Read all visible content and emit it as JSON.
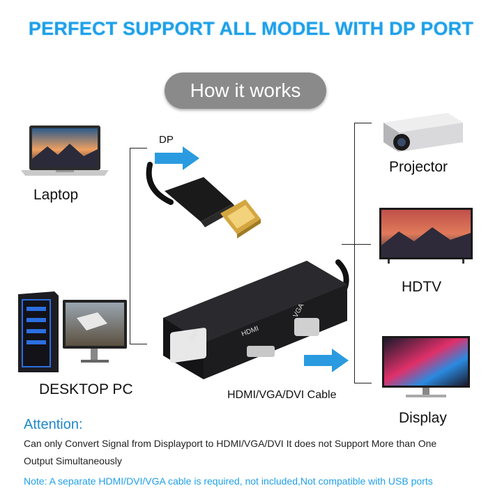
{
  "headline": "PERFECT SUPPORT ALL MODEL WITH  DP  PORT",
  "badge": "How it  works",
  "sources": {
    "laptop": "Laptop",
    "desktop": "DESKTOP PC"
  },
  "signal": {
    "input_label": "DP"
  },
  "adapter": {
    "port_dvi": "DVI",
    "port_hdmi": "HDMI",
    "port_vga": "VGA",
    "caption": "HDMI/VGA/DVI Cable"
  },
  "outputs": {
    "projector": "Projector",
    "hdtv": "HDTV",
    "display": "Display"
  },
  "attention": {
    "title": "Attention:",
    "line1": "Can only Convert Signal from Displayport to HDMI/VGA/DVI   It does not Support More than One",
    "line2": "Output Simultaneously",
    "note": "Note: A separate HDMI/DVI/VGA  cable is required, not included,Not compatible with USB ports"
  },
  "colors": {
    "headline": "#1fa0e8",
    "badge_bg": "#8a8a8a",
    "arrow": "#2a9be0",
    "attention": "#1f88c8"
  }
}
